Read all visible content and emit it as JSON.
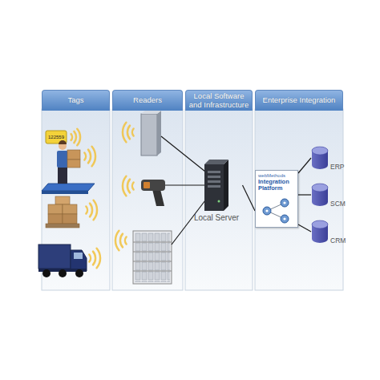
{
  "diagram": {
    "nodes": [
      {
        "text": [
          "Tags"
        ]
      },
      {
        "text": [
          "Readers"
        ]
      },
      {
        "text": [
          "Local Software and Infrastructure"
        ]
      },
      {
        "text": [
          "Enterprise Integration"
        ]
      },
      {
        "text": [
          "Local Server"
        ]
      },
      {
        "text": [
          "webMethods",
          "Integration Platform"
        ]
      },
      {
        "text": [
          "ERP"
        ]
      },
      {
        "text": [
          "SCM"
        ]
      },
      {
        "text": [
          "CRM"
        ]
      }
    ],
    "edges": [
      {
        "from": 4,
        "to": 5,
        "arrow": "none"
      },
      {
        "from": 5,
        "to": 6,
        "arrow": "none"
      },
      {
        "from": 5,
        "to": 7,
        "arrow": "none"
      },
      {
        "from": 5,
        "to": 8,
        "arrow": "none"
      }
    ],
    "labels": [
      "122559"
    ]
  }
}
